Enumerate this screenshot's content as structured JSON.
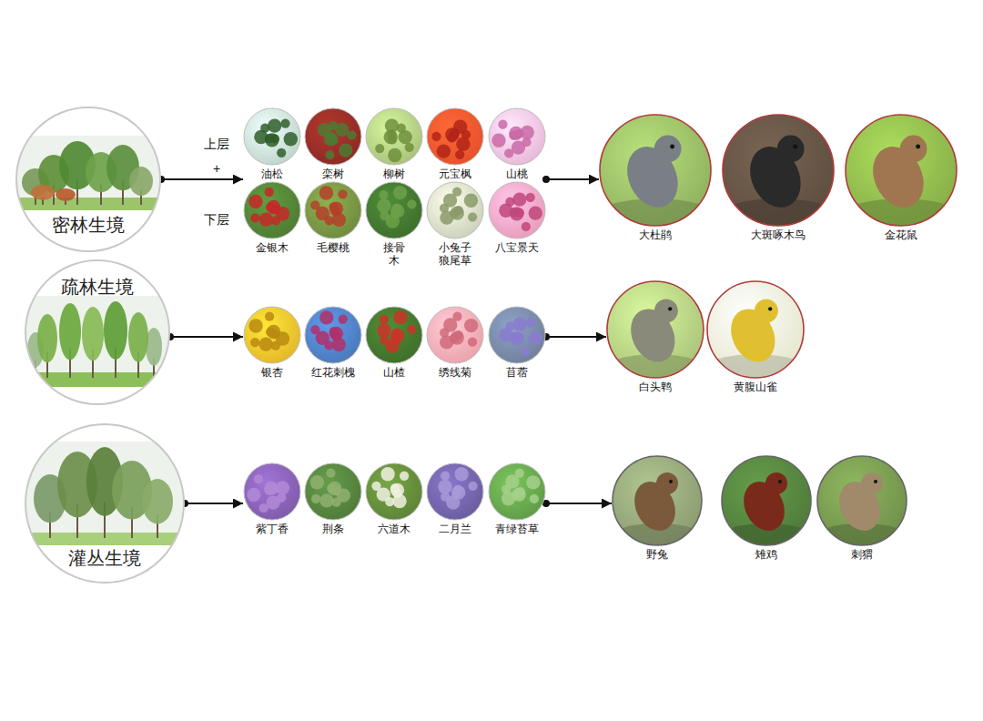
{
  "diagram": {
    "nodes": [
      {
        "text": [
          "密林生境"
        ]
      },
      {
        "text": [
          "油松"
        ]
      },
      {
        "text": [
          "栾树"
        ]
      },
      {
        "text": [
          "柳树"
        ]
      },
      {
        "text": [
          "元宝枫"
        ]
      },
      {
        "text": [
          "山桃"
        ]
      },
      {
        "text": [
          "金银木"
        ]
      },
      {
        "text": [
          "毛樱桃"
        ]
      },
      {
        "text": [
          "接骨 木"
        ]
      },
      {
        "text": [
          "小兔子 狼尾草"
        ]
      },
      {
        "text": [
          "八宝景天"
        ]
      },
      {
        "text": [
          "大杜鹃"
        ]
      },
      {
        "text": [
          "大斑啄木鸟"
        ]
      },
      {
        "text": [
          "金花鼠"
        ]
      },
      {
        "text": [
          "疏林生境"
        ]
      },
      {
        "text": [
          "银杏"
        ]
      },
      {
        "text": [
          "红花刺槐"
        ]
      },
      {
        "text": [
          "山楂"
        ]
      },
      {
        "text": [
          "绣线菊"
        ]
      },
      {
        "text": [
          "苜蓿"
        ]
      },
      {
        "text": [
          "白头鹎"
        ]
      },
      {
        "text": [
          "黄腹山雀"
        ]
      },
      {
        "text": [
          "灌丛生境"
        ]
      },
      {
        "text": [
          "紫丁香"
        ]
      },
      {
        "text": [
          "荆条"
        ]
      },
      {
        "text": [
          "六道木"
        ]
      },
      {
        "text": [
          "二月兰"
        ]
      },
      {
        "text": [
          "青绿苔草"
        ]
      },
      {
        "text": [
          "野兔"
        ]
      },
      {
        "text": [
          "雉鸡"
        ]
      },
      {
        "text": [
          "刺猬"
        ]
      }
    ],
    "edges": [
      {
        "from": 0,
        "to": 1,
        "arrow": "to"
      },
      {
        "from": 5,
        "to": 11,
        "arrow": "to"
      },
      {
        "from": 14,
        "to": 15,
        "arrow": "to"
      },
      {
        "from": 19,
        "to": 20,
        "arrow": "to"
      },
      {
        "from": 22,
        "to": 23,
        "arrow": "to"
      },
      {
        "from": 27,
        "to": 28,
        "arrow": "to"
      }
    ],
    "labels": [
      "上层",
      "+",
      "下层"
    ]
  }
}
